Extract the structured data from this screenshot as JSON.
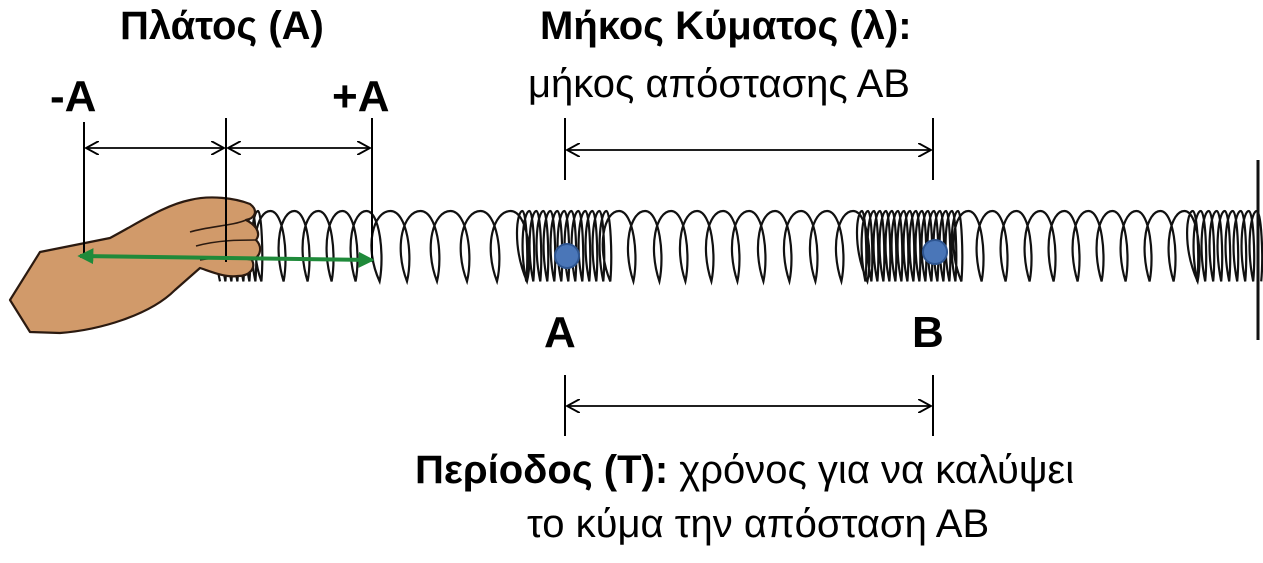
{
  "labels": {
    "amplitude_title": "Πλάτος (Α)",
    "minus_a": "-A",
    "plus_a": "+A",
    "wavelength_title": "Μήκος Κύματος (λ):",
    "wavelength_desc": "μήκος απόστασης ΑΒ",
    "point_a": "A",
    "point_b": "B",
    "period_title": "Περίοδος (Τ):",
    "period_desc_1": "χρόνος για να καλύψει",
    "period_desc_2": "το κύμα την απόσταση ΑΒ"
  },
  "colors": {
    "arrow_green": "#1f8a3a",
    "point_fill": "#4a76b8",
    "point_stroke": "#2e5590",
    "skin": "#d19a6a",
    "skin_outline": "#2b1a10",
    "spring": "#111111"
  },
  "icons": [
    "hand-icon",
    "spring-coil-icon"
  ]
}
